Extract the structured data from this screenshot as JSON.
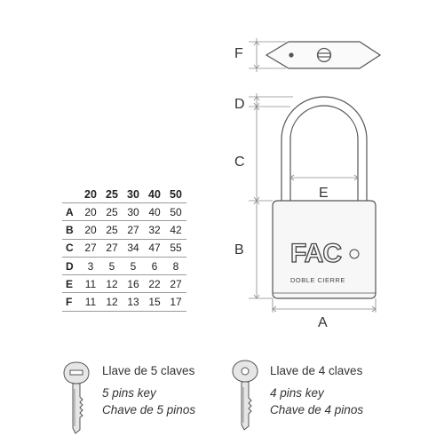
{
  "table": {
    "sizes": [
      "20",
      "25",
      "30",
      "40",
      "50"
    ],
    "rows": [
      {
        "label": "A",
        "values": [
          "20",
          "25",
          "30",
          "40",
          "50"
        ]
      },
      {
        "label": "B",
        "values": [
          "20",
          "25",
          "27",
          "32",
          "42"
        ]
      },
      {
        "label": "C",
        "values": [
          "27",
          "27",
          "34",
          "47",
          "55"
        ]
      },
      {
        "label": "D",
        "values": [
          "3",
          "5",
          "5",
          "6",
          "8"
        ]
      },
      {
        "label": "E",
        "values": [
          "11",
          "12",
          "16",
          "22",
          "27"
        ]
      },
      {
        "label": "F",
        "values": [
          "11",
          "12",
          "13",
          "15",
          "17"
        ]
      }
    ]
  },
  "dimension_labels": {
    "F": "F",
    "D": "D",
    "C": "C",
    "E": "E",
    "B": "B",
    "A": "A"
  },
  "lock_body": {
    "brand": "FAC",
    "text": "DOBLE CIERRE"
  },
  "keys": {
    "left": {
      "title": "Llave de 5 claves",
      "en": "5 pins key",
      "pt": "Chave de 5 pinos"
    },
    "right": {
      "title": "Llave de 4 claves",
      "en": "4 pins key",
      "pt": "Chave de 4 pinos"
    }
  },
  "colors": {
    "line": "#555555",
    "dim_line": "#8a8a8a",
    "key_fill": "#e6e6e6"
  }
}
